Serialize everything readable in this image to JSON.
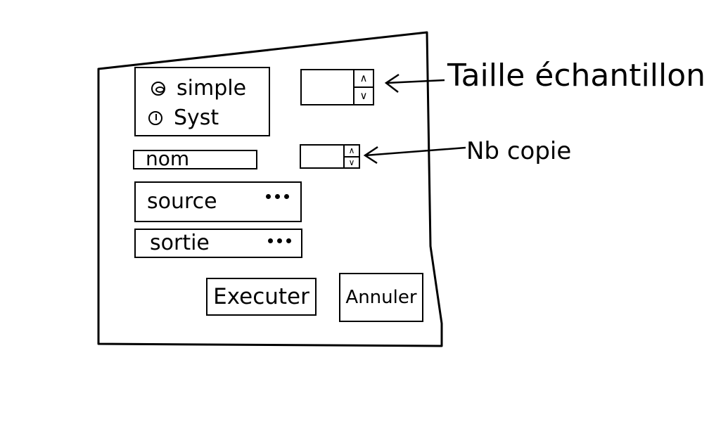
{
  "dialog": {
    "radio_group": {
      "options": [
        {
          "label": "simple",
          "selected": true
        },
        {
          "label": "Syst",
          "selected": false
        }
      ]
    },
    "sample_size": {
      "value": "",
      "up_glyph": "∧",
      "down_glyph": "∨"
    },
    "copies": {
      "value": "",
      "up_glyph": "∧",
      "down_glyph": "∨"
    },
    "name_field": {
      "placeholder": "nom"
    },
    "source_field": {
      "placeholder": "source",
      "browse_label": "..."
    },
    "output_field": {
      "placeholder": "sortie",
      "browse_label": "..."
    },
    "buttons": {
      "execute": "Executer",
      "cancel": "Annuler"
    }
  },
  "annotations": {
    "sample_size": "Taille échantillon",
    "copies": "Nb copie"
  },
  "icons": {
    "arrow": "arrow-left-icon",
    "radio": "radio-icon",
    "spinner": "spinner-icon"
  }
}
